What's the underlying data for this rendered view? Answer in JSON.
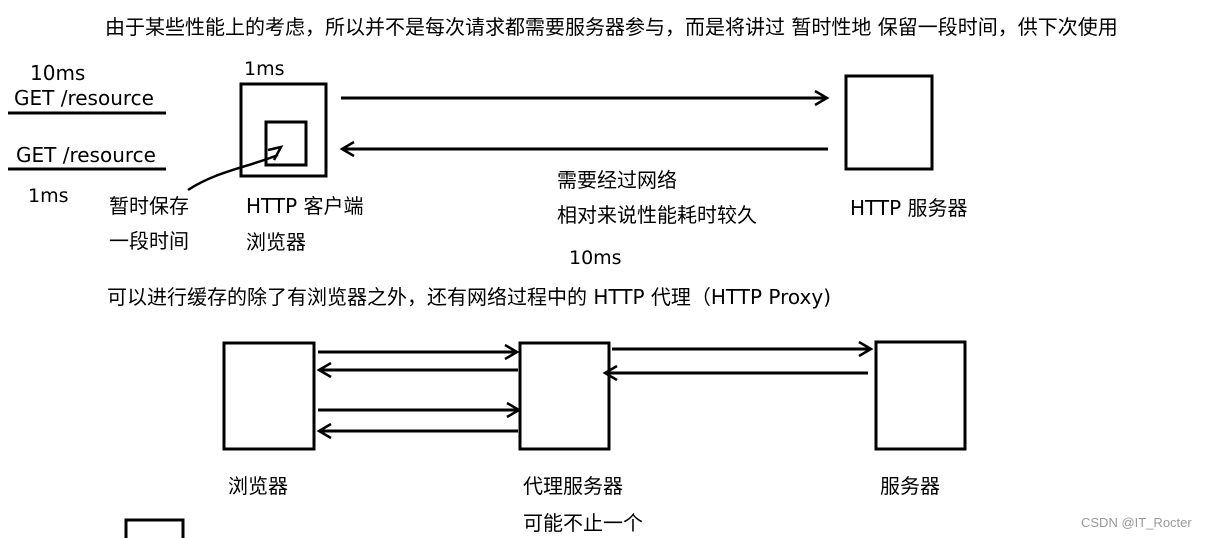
{
  "intro": "由于某些性能上的考虑，所以并不是每次请求都需要服务器参与，而是将讲过  暂时性地 保留一段时间，供下次使用",
  "top": {
    "time_10ms_left": "10ms",
    "time_1ms_client": "1ms",
    "get_1": "GET /resource",
    "get_2": "GET /resource",
    "time_1ms_left": "1ms",
    "note_temp_1": "暂时保存",
    "note_temp_2": "一段时间",
    "client_1": "HTTP 客户端",
    "client_2": "浏览器",
    "network_1": "需要经过网络",
    "network_2": "相对来说性能耗时较久",
    "time_10ms_net": "10ms",
    "server": "HTTP 服务器"
  },
  "mid_text": "可以进行缓存的除了有浏览器之外，还有网络过程中的 HTTP 代理（HTTP Proxy)",
  "bottom": {
    "browser": "浏览器",
    "proxy": "代理服务器",
    "proxy_note": "可能不止一个",
    "server": "服务器"
  },
  "watermark": "CSDN @IT_Rocter"
}
